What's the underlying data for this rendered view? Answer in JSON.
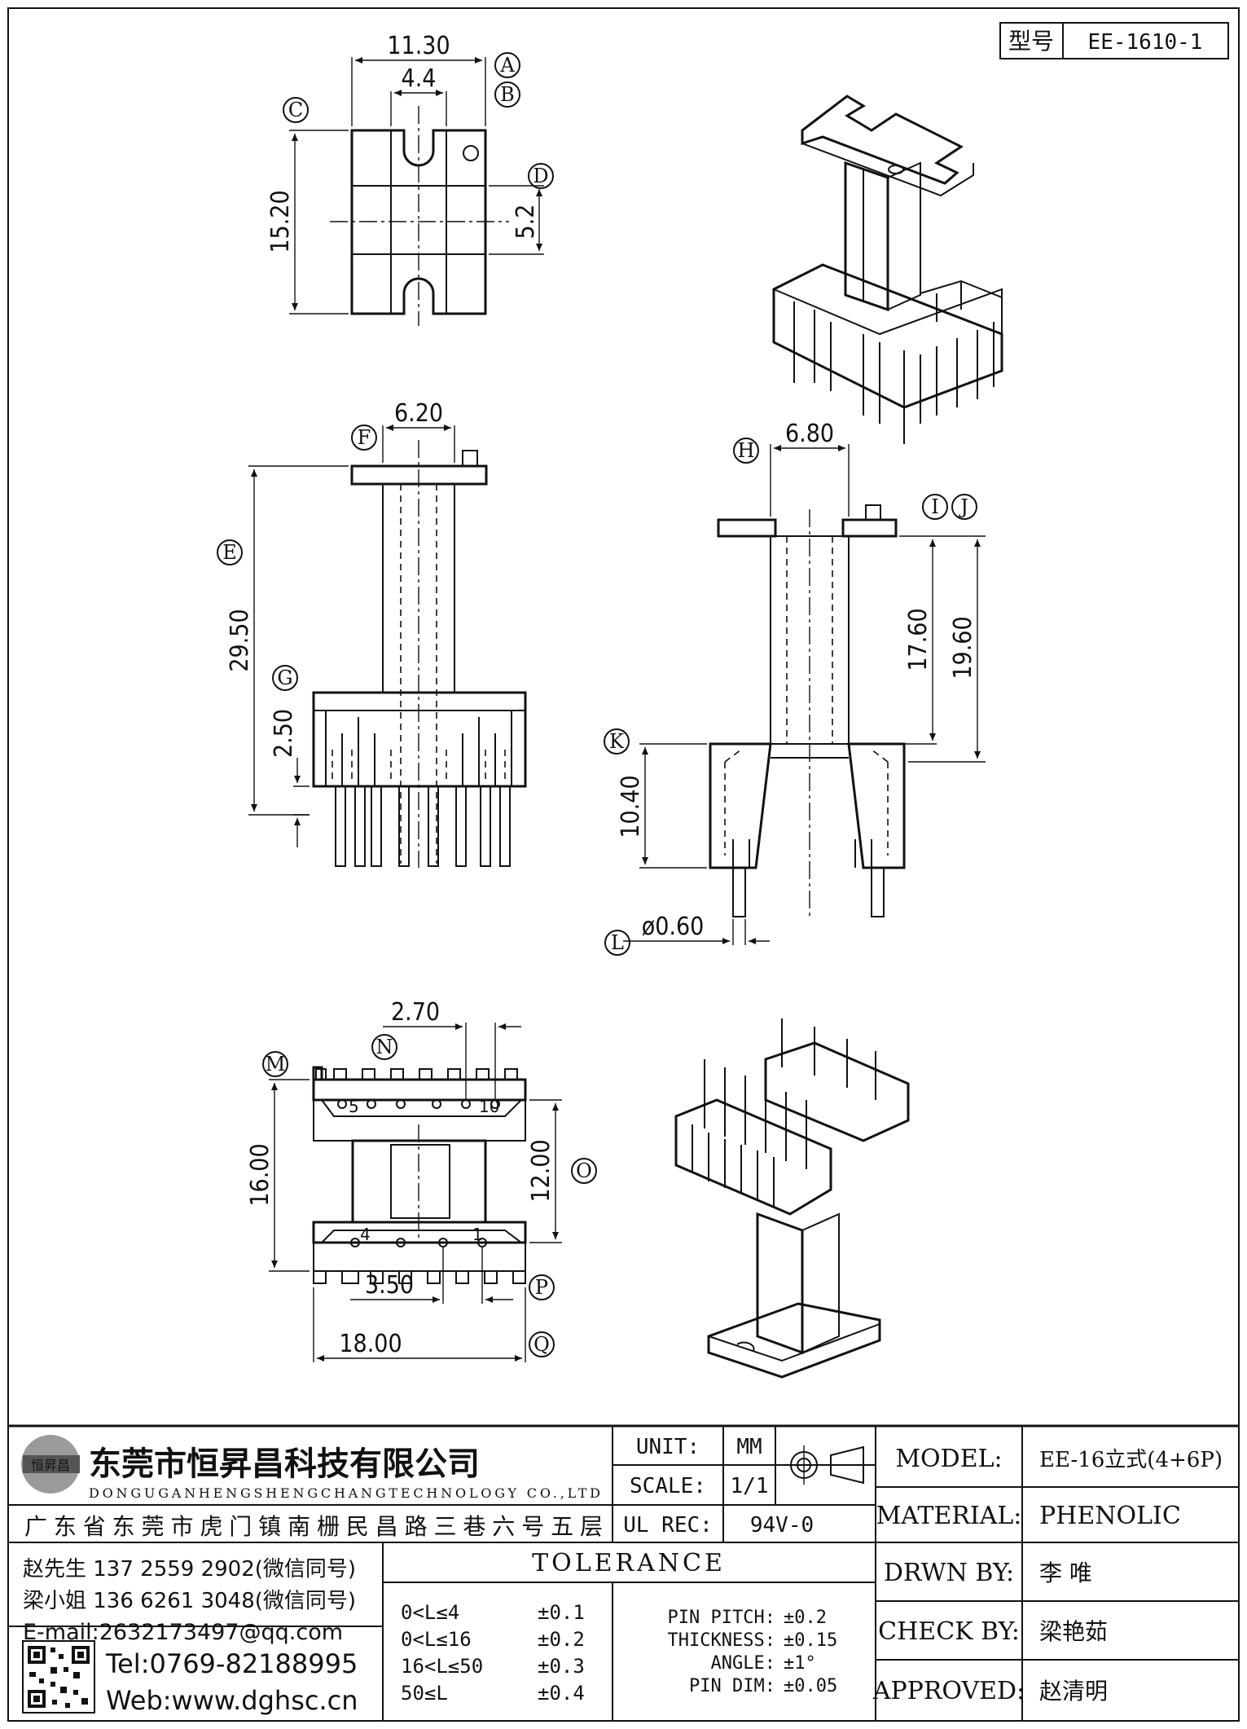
{
  "model_box": {
    "label": "型号",
    "value": "EE-1610-1"
  },
  "labels": {
    "A": "A",
    "B": "B",
    "C": "C",
    "D": "D",
    "E": "E",
    "F": "F",
    "G": "G",
    "H": "H",
    "I": "I",
    "J": "J",
    "K": "K",
    "L": "L",
    "M": "M",
    "N": "N",
    "O": "O",
    "P": "P",
    "Q": "Q"
  },
  "dims": {
    "a": "11.30",
    "b": "4.4",
    "c": "15.20",
    "d": "5.2",
    "e": "29.50",
    "f": "6.20",
    "g": "2.50",
    "h": "6.80",
    "i": "17.60",
    "j": "19.60",
    "k": "10.40",
    "l": "ø0.60",
    "m": "16.00",
    "n": "2.70",
    "o": "12.00",
    "p": "3.50",
    "q": "18.00"
  },
  "pin_numbers": {
    "p5": "5",
    "p10": "10",
    "p4": "4",
    "p1": "1"
  },
  "company": {
    "name_cn": "东莞市恒昇昌科技有限公司",
    "name_en": "DONGUGANHENGSHENGCHANGTECHNOLOGY CO.,LTD",
    "address": "广东省东莞市虎门镇南栅民昌路三巷六号五层",
    "contact1": "赵先生 137 2559 2902(微信同号)",
    "contact2": "梁小姐 136 6261 3048(微信同号)",
    "email": "E-mail:2632173497@qq.com",
    "tel": "Tel:0769-82188995",
    "web": "Web:www.dghsc.cn",
    "logo_text": "恒昇昌"
  },
  "title_block": {
    "unit_label": "UNIT:",
    "unit_value": "MM",
    "scale_label": "SCALE:",
    "scale_value": "1/1",
    "ulrec_label": "UL REC:",
    "ulrec_value": "94V-0",
    "model_label": "MODEL:",
    "model_value": "EE-16立式(4+6P)",
    "material_label": "MATERIAL:",
    "material_value": "PHENOLIC",
    "drwn_label": "DRWN BY:",
    "drwn_value": "李 唯",
    "check_label": "CHECK BY:",
    "check_value": "梁艳茹",
    "approved_label": "APPROVED:",
    "approved_value": "赵清明"
  },
  "tolerance": {
    "title": "TOLERANCE",
    "rows": [
      {
        "range": "0<L≤4",
        "tol": "±0.1"
      },
      {
        "range": "0<L≤16",
        "tol": "±0.2"
      },
      {
        "range": "16<L≤50",
        "tol": "±0.3"
      },
      {
        "range": "50≤L",
        "tol": "±0.4"
      }
    ],
    "specs": [
      {
        "name": "PIN PITCH:",
        "tol": "±0.2"
      },
      {
        "name": "THICKNESS:",
        "tol": "±0.15"
      },
      {
        "name": "ANGLE:",
        "tol": "±1°"
      },
      {
        "name": "PIN DIM:",
        "tol": "±0.05"
      }
    ]
  }
}
